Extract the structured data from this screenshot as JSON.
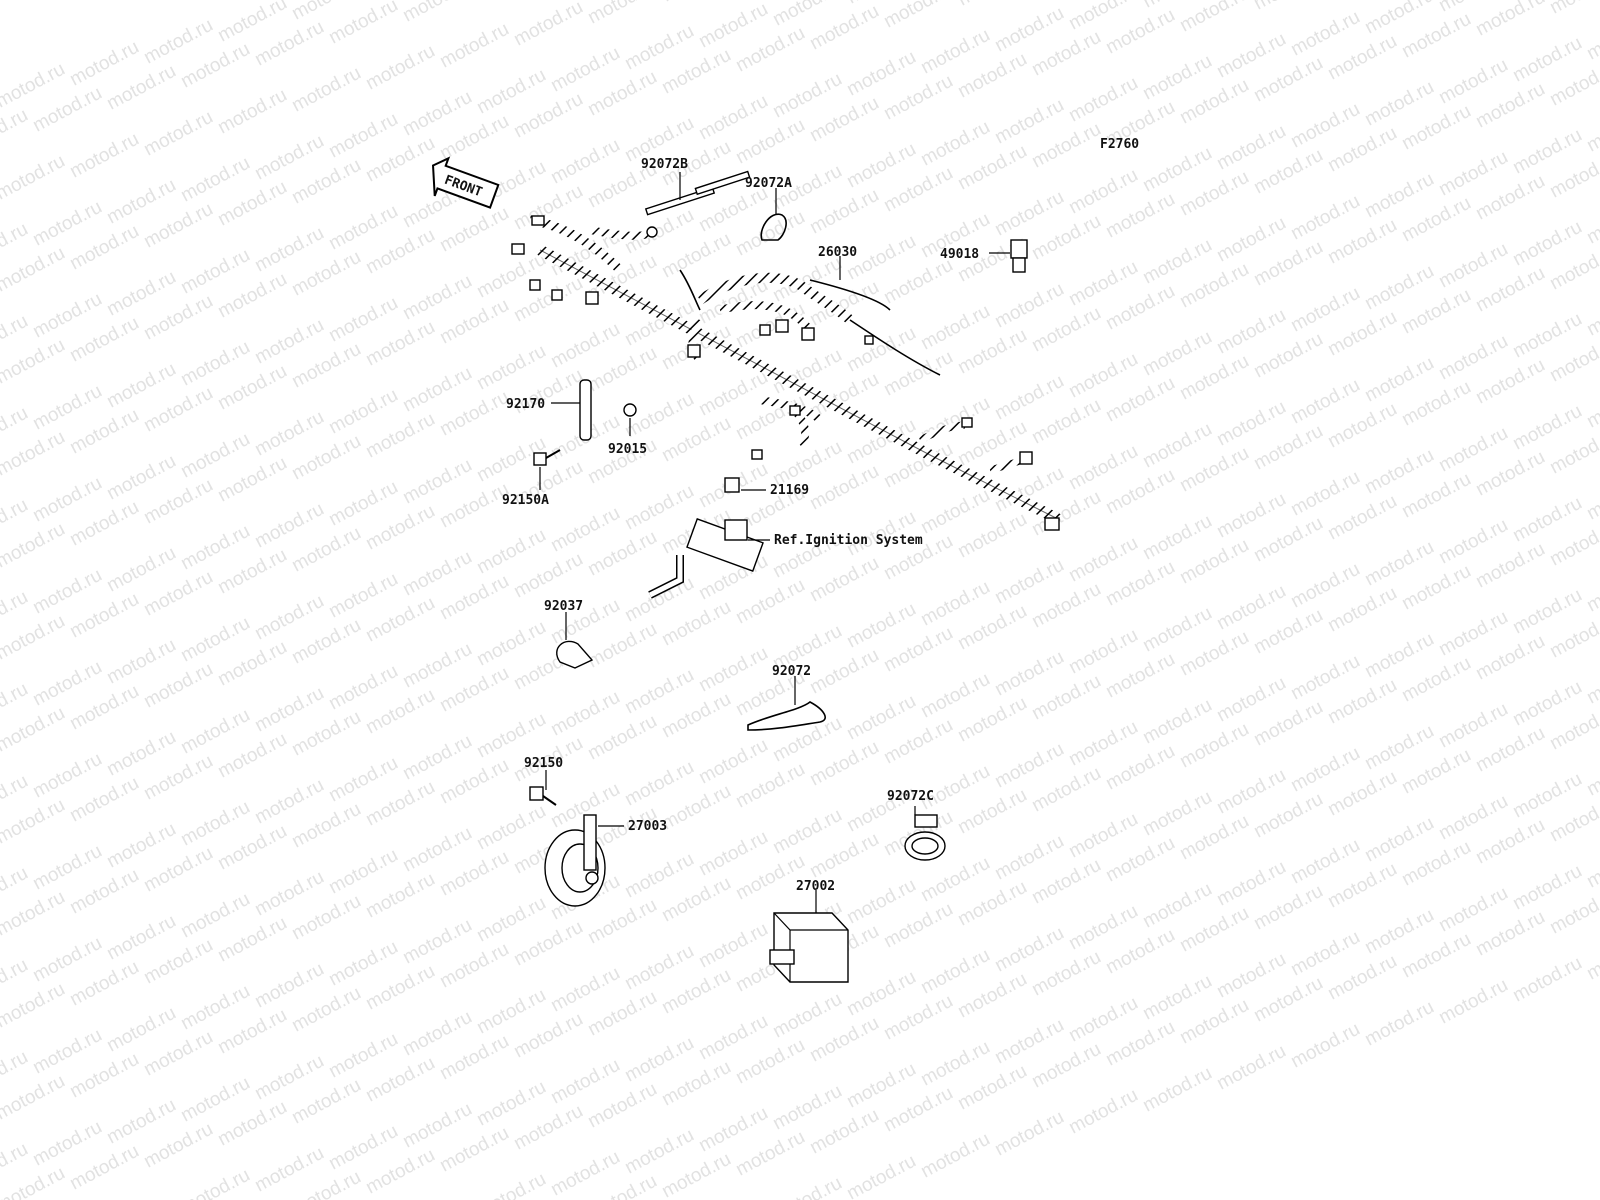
{
  "figure_code": "F2760",
  "front_label": "FRONT",
  "watermark_text": "motod.ru",
  "parts": {
    "p92072B": "92072B",
    "p92072A": "92072A",
    "p26030": "26030",
    "p49018": "49018",
    "p92170": "92170",
    "p92015": "92015",
    "p92150A": "92150A",
    "p21169": "21169",
    "ref_ignition": "Ref.Ignition System",
    "p92037": "92037",
    "p92072": "92072",
    "p92150": "92150",
    "p27003": "27003",
    "p92072C": "92072C",
    "p27002": "27002"
  }
}
